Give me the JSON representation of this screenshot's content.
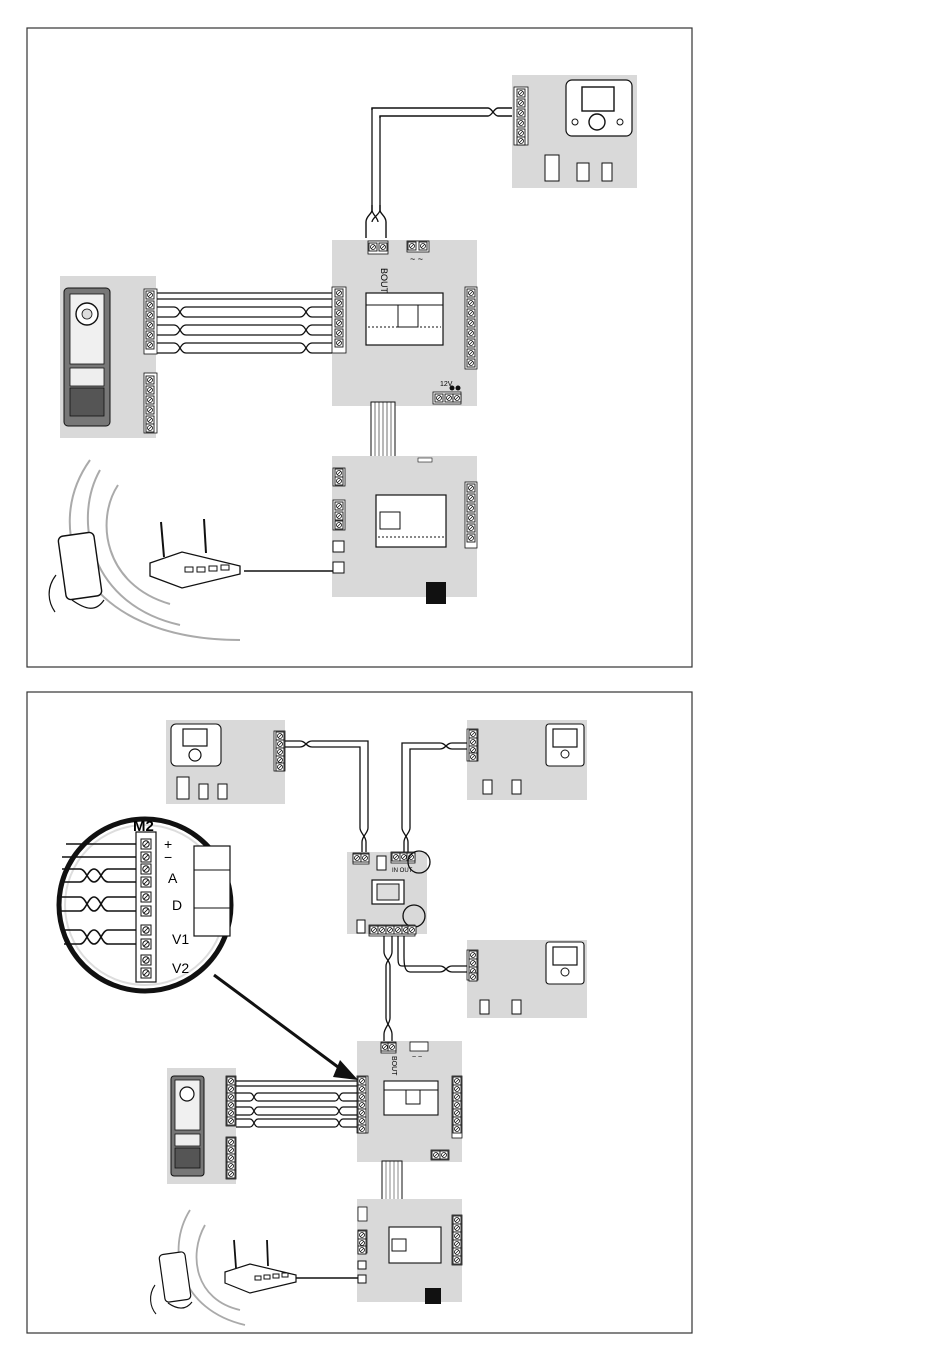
{
  "diagram_1": {
    "labels": {
      "bout": "BOUT",
      "ac": "~ ~",
      "v12": "12V"
    }
  },
  "diagram_2": {
    "labels": {
      "bout": "BOUT",
      "ac": "~ ~",
      "in_out": "IN OUT"
    },
    "zoom": {
      "title": "M2",
      "terminals": [
        "+",
        "−",
        "A",
        "D",
        "+",
        "V1",
        "+",
        "V2",
        "−"
      ],
      "plus": "+",
      "minus": "−",
      "a": "A",
      "d": "D",
      "v1": "V1",
      "v2": "V2"
    }
  },
  "colors": {
    "panel": "#d9d9d9",
    "stroke": "#1a1a1a",
    "frame": "#333333"
  }
}
